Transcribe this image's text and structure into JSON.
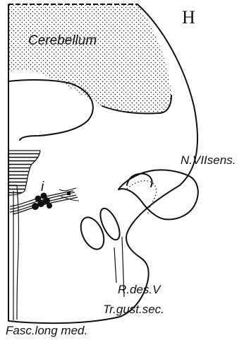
{
  "panel_letter": "H",
  "labels": {
    "cerebellum": "Cerebellum",
    "n_vii_sens": "N.VIIsens.",
    "fiber_marker": "i",
    "r_des_v": "R.des.V",
    "tr_gust_sec": "Tr.gust.sec.",
    "fasc_long_med": "Fasc.long med."
  },
  "colors": {
    "ink": "#111111",
    "background": "#ffffff"
  }
}
